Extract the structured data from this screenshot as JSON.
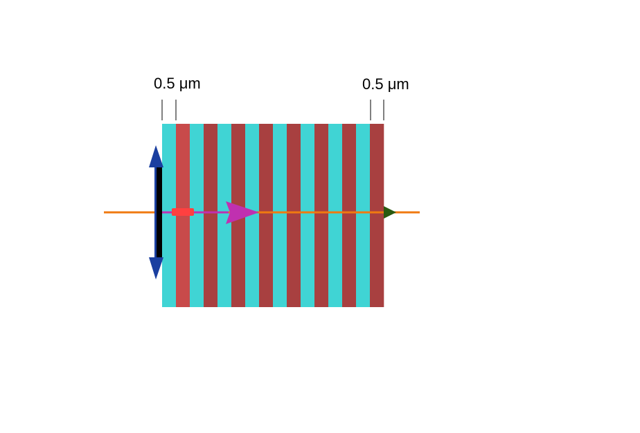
{
  "scale_labels": {
    "left": "0.5 μm",
    "right": "0.5 μm"
  },
  "stack": {
    "layer_count": 16,
    "layer_colors": [
      "#40d4d4",
      "#a84040"
    ],
    "first_red_layer_color": "#c84a4a"
  },
  "colors": {
    "beam_line": "#f07a10",
    "polarization_arrow": "#1a3fa0",
    "polarization_shaft": "#000000",
    "propagation_arrow": "#c030b0",
    "transmitted_arrow": "#2a5a10",
    "marker": "#ff4040"
  },
  "icons": {
    "polarization": "double-headed-vertical-arrow",
    "propagation": "right-arrow",
    "transmitted": "right-arrow"
  }
}
